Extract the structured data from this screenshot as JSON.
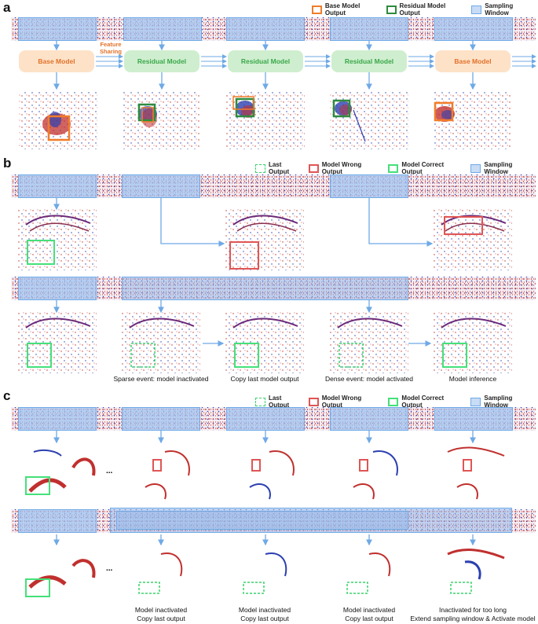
{
  "panels": {
    "a": {
      "letter": "a",
      "legend": [
        {
          "label": "Base Model Output",
          "style": "base"
        },
        {
          "label": "Residual Model Output",
          "style": "resid"
        },
        {
          "label": "Sampling Window",
          "style": "samp"
        }
      ],
      "models": [
        "Base Model",
        "Residual Model",
        "Residual Model",
        "Residual Model",
        "Base Model"
      ],
      "feature_sharing": "Feature\nSharing"
    },
    "b": {
      "letter": "b",
      "legend": [
        {
          "label": "Last Output",
          "style": "last"
        },
        {
          "label": "Model Wrong Output",
          "style": "wrong"
        },
        {
          "label": "Model Correct Output",
          "style": "correct"
        },
        {
          "label": "Sampling Window",
          "style": "samp"
        }
      ],
      "captions": [
        "Sparse event: model inactivated",
        "Copy last model output",
        "Dense event: model activated",
        "Model inference"
      ]
    },
    "c": {
      "letter": "c",
      "legend": [
        {
          "label": "Last Output",
          "style": "last"
        },
        {
          "label": "Model Wrong Output",
          "style": "wrong"
        },
        {
          "label": "Model Correct Output",
          "style": "correct"
        },
        {
          "label": "Sampling Window",
          "style": "samp"
        }
      ],
      "ellipsis": "...",
      "captions": [
        {
          "line1": "Model inactivated",
          "line2": "Copy last output"
        },
        {
          "line1": "Model inactivated",
          "line2": "Copy last output"
        },
        {
          "line1": "Model inactivated",
          "line2": "Copy last output"
        },
        {
          "line1": "Inactivated for too long",
          "line2": "Extend sampling window & Activate model"
        }
      ]
    }
  },
  "colors": {
    "base": "#f07d2a",
    "resid": "#2e8b3e",
    "window": "#6fa9e6",
    "last": "#39d36a",
    "wrong": "#e05555",
    "correct": "#45e07a",
    "event_red": "#c0302e",
    "event_blue": "#2c3fb0"
  },
  "icons": {
    "arrow": "arrow-icon"
  }
}
